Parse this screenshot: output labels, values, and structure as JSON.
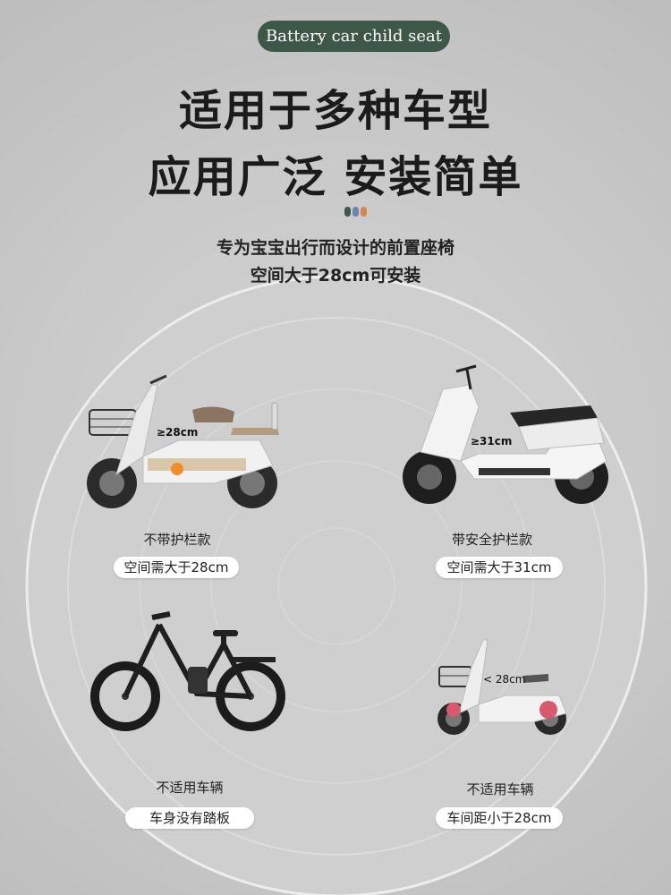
{
  "tag": "Battery car child seat",
  "headline": {
    "line1": "适用于多种车型",
    "line2": "应用广泛 安装简单"
  },
  "dot_colors": [
    "#3e5848",
    "#6f83b2",
    "#d08a4c"
  ],
  "subtitle": {
    "line1": "专为宝宝出行而设计的前置座椅",
    "line2": "空间大于28cm可安装"
  },
  "vehicles": [
    {
      "id": "no-guardrail",
      "measure": "≥28cm",
      "label": "不带护栏款",
      "chip": "空间需大于28cm"
    },
    {
      "id": "safety-guardrail",
      "measure": "≥31cm",
      "label": "带安全护栏款",
      "chip": "空间需大于31cm"
    },
    {
      "id": "no-pedal",
      "label": "不适用车辆",
      "chip": "车身没有踏板"
    },
    {
      "id": "short-gap",
      "measure": "< 28cm",
      "label": "不适用车辆",
      "chip": "车间距小于28cm"
    }
  ]
}
